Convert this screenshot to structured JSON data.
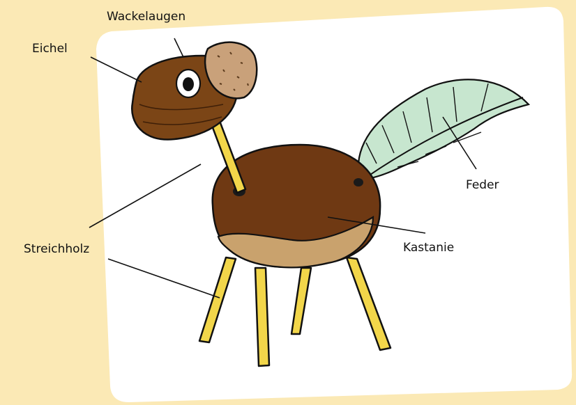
{
  "labels": {
    "wackelaugen": "Wackelaugen",
    "eichel": "Eichel",
    "feder": "Feder",
    "kastanie": "Kastanie",
    "streichholz": "Streichholz"
  },
  "colors": {
    "background": "#fbe9b5",
    "card": "#ffffff",
    "chestnut_dark": "#6b3610",
    "chestnut": "#7a4218",
    "chestnut_base": "#c9a26d",
    "acorn": "#7b4516",
    "acorn_cap": "#c9a17a",
    "matchstick": "#f2d64a",
    "feather": "#c7e6cf",
    "outline": "#111111"
  },
  "illustration": "chestnut-animal-craft"
}
